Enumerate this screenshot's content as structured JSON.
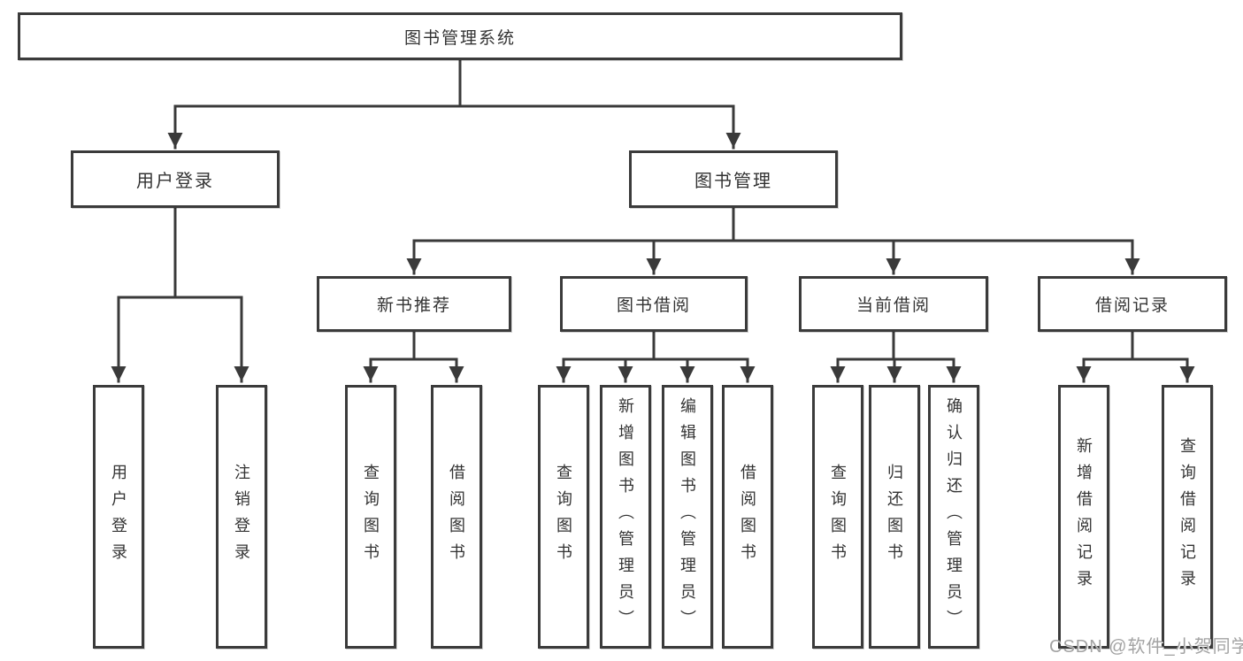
{
  "colors": {
    "line": "#3a3a3a",
    "box_border": "#3b3b3b",
    "box_bg": "#ffffff",
    "text": "#333333",
    "watermark": "#a3a3a3"
  },
  "nodes": {
    "root": "图书管理系统",
    "branches": [
      "用户登录",
      "图书管理"
    ],
    "modules": [
      "新书推荐",
      "图书借阅",
      "当前借阅",
      "借阅记录"
    ],
    "leaves": [
      [
        "用户登录",
        "注销登录"
      ],
      [
        "查询图书",
        "借阅图书"
      ],
      [
        "查询图书",
        "新增图书（管理员）",
        "编辑图书（管理员）",
        "借阅图书"
      ],
      [
        "查询图书",
        "归还图书",
        "确认归还（管理员）"
      ],
      [
        "新增借阅记录",
        "查询借阅记录"
      ]
    ]
  },
  "watermark": "CSDN @软件_小贺同学"
}
